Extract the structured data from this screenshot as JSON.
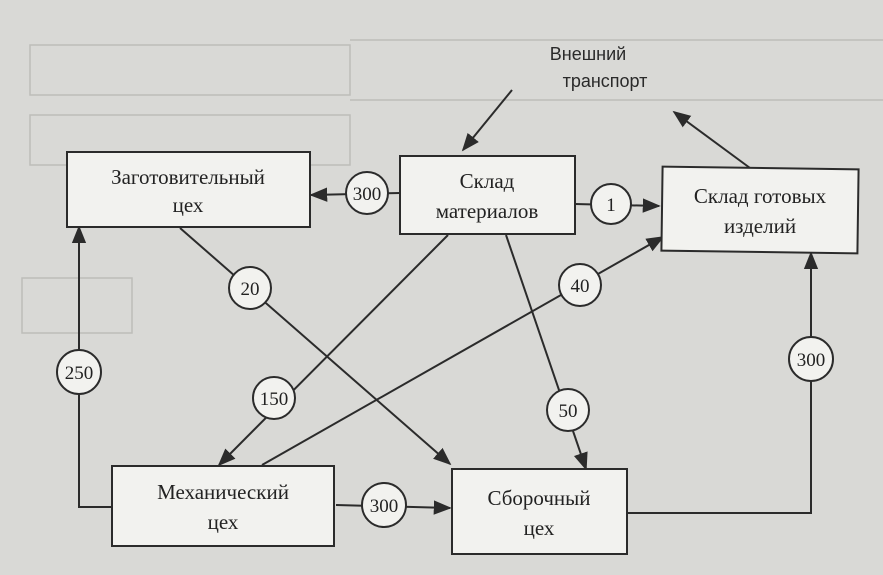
{
  "external": {
    "line1": "Внешний",
    "line2": "транспорт"
  },
  "nodes": {
    "zagot": {
      "line1": "Заготовительный",
      "line2": "цех"
    },
    "sklad_mat": {
      "line1": "Склад",
      "line2": "материалов"
    },
    "sklad_got": {
      "line1": "Склад готовых",
      "line2": "изделий"
    },
    "mech": {
      "line1": "Механический",
      "line2": "цех"
    },
    "sbor": {
      "line1": "Сборочный",
      "line2": "цех"
    }
  },
  "flows": {
    "mat_to_zagot": "300",
    "mat_to_got": "1",
    "zagot_to_sbor": "20",
    "mech_to_got": "40",
    "mat_to_mech": "150",
    "mech_to_zagot": "250",
    "mat_to_sbor": "50",
    "sbor_to_got": "300",
    "mech_to_sbor": "300"
  },
  "colors": {
    "background": "#d9d9d6",
    "box_fill": "#f2f2ef",
    "stroke": "#2b2b2b"
  }
}
